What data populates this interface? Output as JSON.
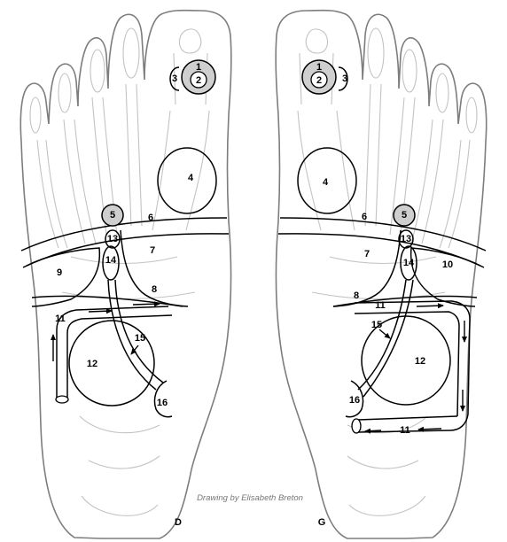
{
  "credit": "Drawing by Elisabeth Breton",
  "feet": {
    "right": {
      "side_label": "D",
      "zones": {
        "z1": "1",
        "z2": "2",
        "z3": "3",
        "z4": "4",
        "z5": "5",
        "z6": "6",
        "z7": "7",
        "z8": "8",
        "z9": "9",
        "z11": "11",
        "z12": "12",
        "z13": "13",
        "z14": "14",
        "z15": "15",
        "z16": "16"
      }
    },
    "left": {
      "side_label": "G",
      "zones": {
        "z1": "1",
        "z2": "2",
        "z3": "3",
        "z4": "4",
        "z5": "5",
        "z6": "6",
        "z7": "7",
        "z8": "8",
        "z10": "10",
        "z11a": "11",
        "z11b": "11",
        "z12": "12",
        "z13": "13",
        "z14": "14",
        "z15": "15",
        "z16": "16"
      }
    }
  }
}
